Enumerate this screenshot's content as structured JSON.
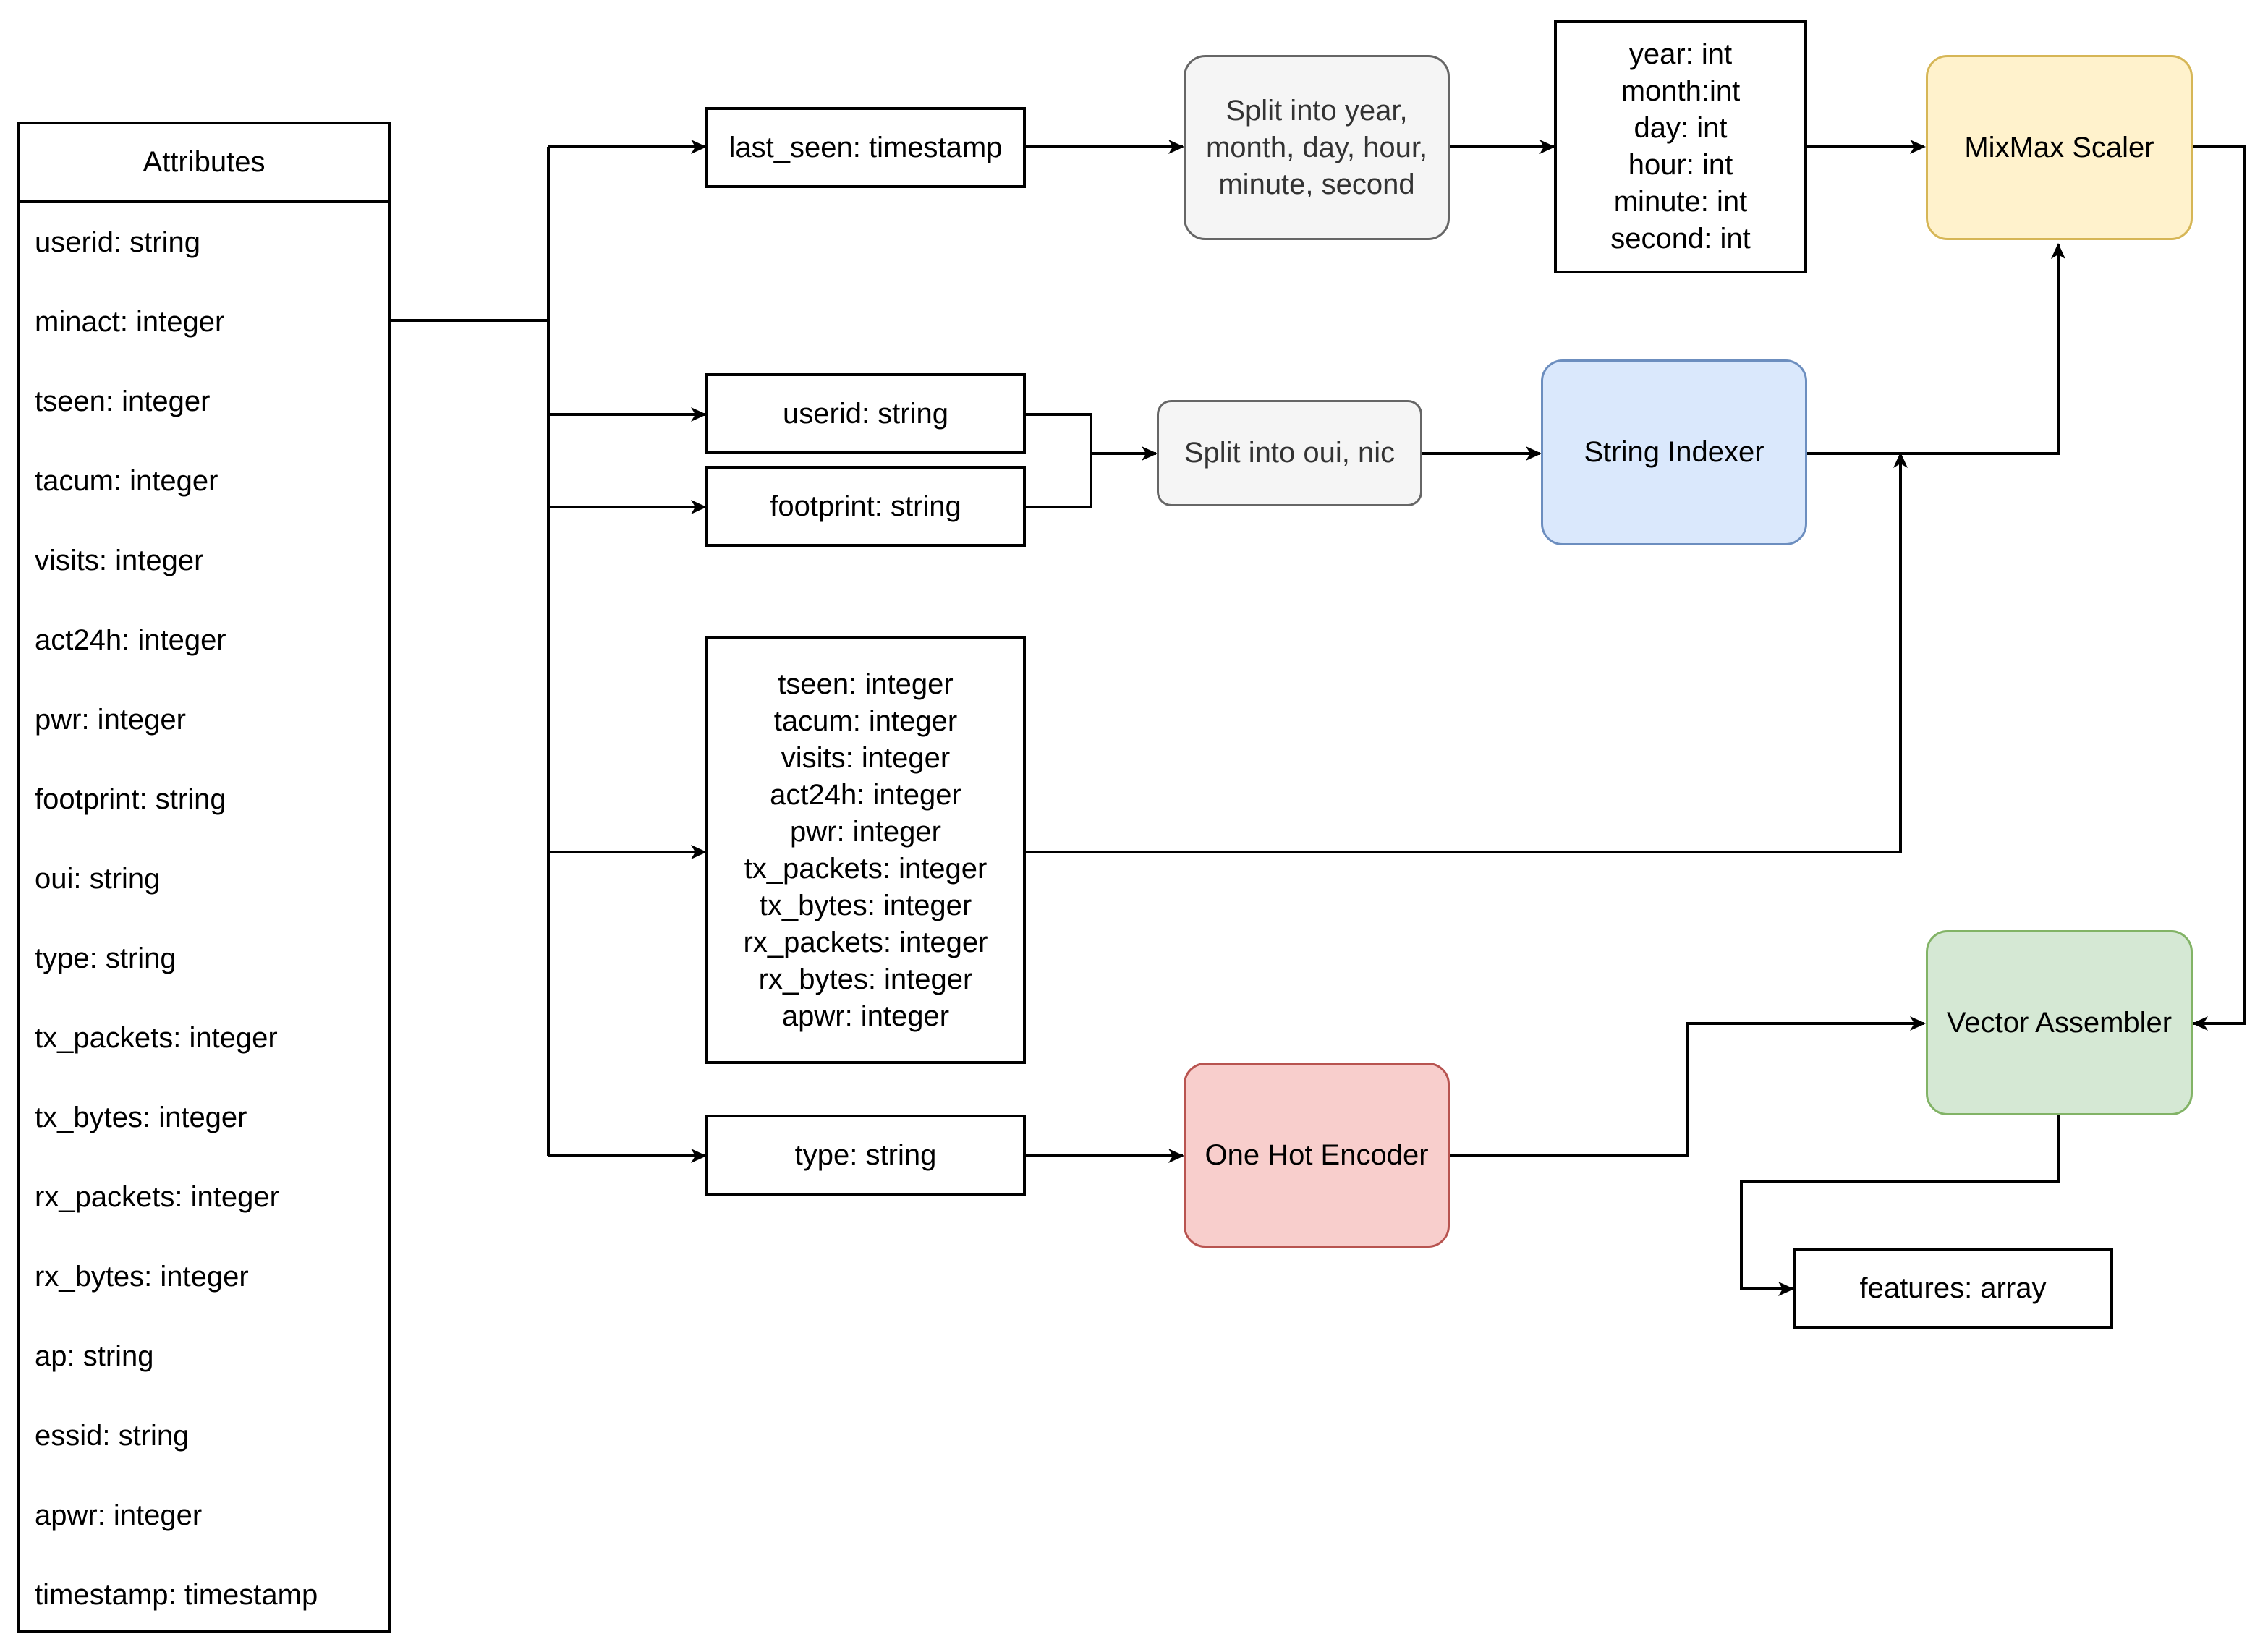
{
  "attributes": {
    "header": "Attributes",
    "items": [
      "userid: string",
      "minact: integer",
      "tseen: integer",
      "tacum: integer",
      "visits: integer",
      "act24h: integer",
      "pwr: integer",
      "footprint: string",
      "oui: string",
      "type: string",
      "tx_packets: integer",
      "tx_bytes: integer",
      "rx_packets: integer",
      "rx_bytes: integer",
      "ap: string",
      "essid: string",
      "apwr: integer",
      "timestamp: timestamp"
    ]
  },
  "fields": {
    "last_seen": "last_seen: timestamp",
    "userid": "userid: string",
    "footprint": "footprint: string",
    "numeric": [
      "tseen: integer",
      "tacum: integer",
      "visits: integer",
      "act24h: integer",
      "pwr: integer",
      "tx_packets: integer",
      "tx_bytes: integer",
      "rx_packets: integer",
      "rx_bytes: integer",
      "apwr: integer"
    ],
    "type": "type: string"
  },
  "steps": {
    "split_time": [
      "Split into year,",
      "month, day, hour,",
      "minute, second"
    ],
    "time_parts": [
      "year: int",
      "month:int",
      "day: int",
      "hour: int",
      "minute: int",
      "second: int"
    ],
    "split_oui": "Split into oui, nic",
    "string_indexer": "String Indexer",
    "one_hot": "One Hot Encoder",
    "minmax": "MixMax Scaler",
    "vector_assembler": "Vector Assembler",
    "features": "features: array"
  },
  "colors": {
    "grey_fill": "#f5f5f5",
    "yellow_fill": "#fff2cc",
    "blue_fill": "#dae8fc",
    "red_fill": "#f8cecc",
    "green_fill": "#d5e8d4"
  }
}
